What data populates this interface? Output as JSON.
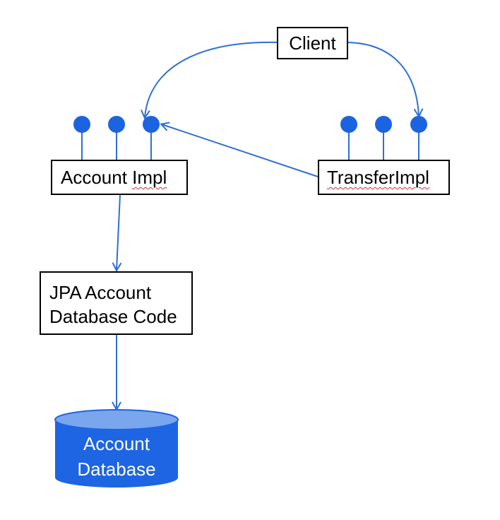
{
  "nodes": {
    "client": {
      "label": "Client"
    },
    "account_impl": {
      "label_prefix": "Account ",
      "label_flagged": "Impl"
    },
    "transfer_impl": {
      "label": "TransferImpl"
    },
    "jpa_code": {
      "line1": "JPA Account",
      "line2": "Database Code"
    },
    "account_db": {
      "line1": "Account",
      "line2": "Database"
    }
  },
  "colors": {
    "arrow": "#2f6fd6",
    "port": "#1c63e0",
    "db_fill": "#1d65e2",
    "db_top": "#7aa6ee",
    "spellcheck": "#d22a2a"
  }
}
